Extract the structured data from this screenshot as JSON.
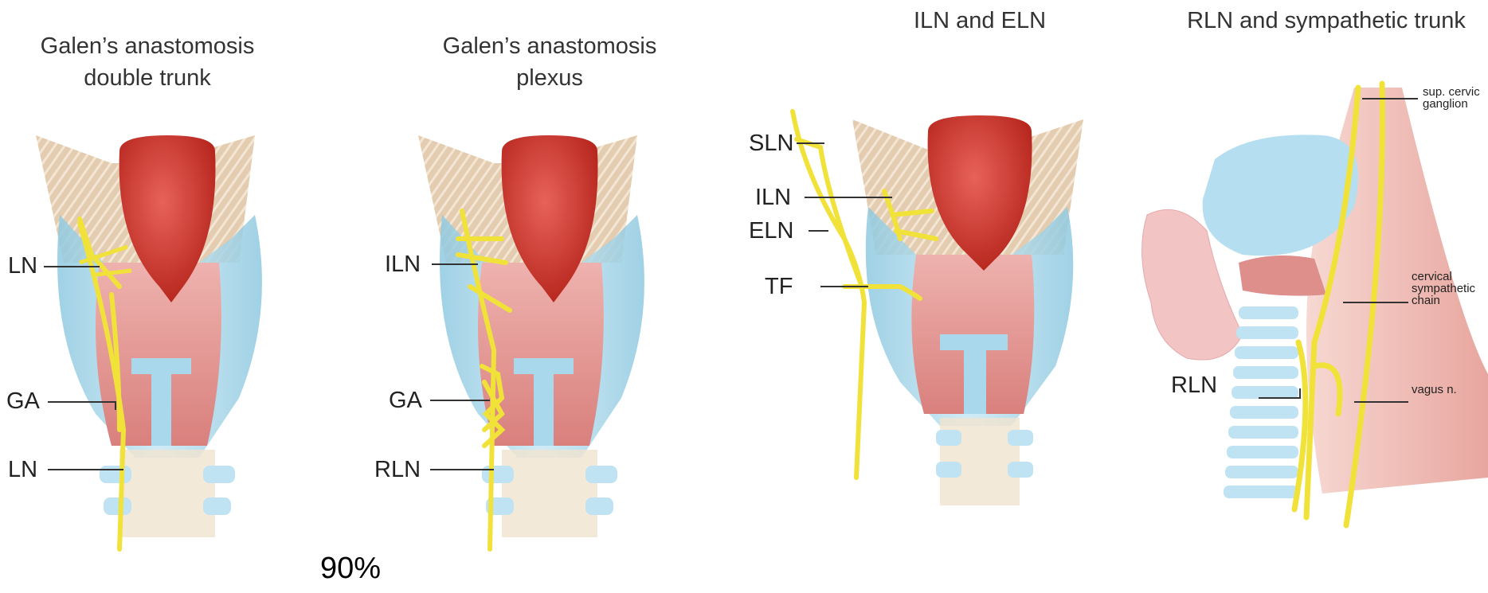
{
  "panels": [
    {
      "title_line1": "Galen’s anastomosis",
      "title_line2": "double trunk",
      "labels": {
        "top": "LN",
        "middle": "GA",
        "bottom": "LN"
      }
    },
    {
      "title_line1": "Galen’s anastomosis",
      "title_line2": "plexus",
      "labels": {
        "top": "ILN",
        "middle": "GA",
        "bottom": "RLN"
      }
    },
    {
      "title": "ILN and ELN",
      "labels": {
        "sln": "SLN",
        "iln": "ILN",
        "eln": "ELN",
        "tf": "TF"
      }
    },
    {
      "title": "RLN and sympathetic trunk",
      "labels": {
        "sup_cervical_1": "sup. cervic",
        "sup_cervical_2": "ganglion",
        "cervical_1": "cervical",
        "cervical_2": "sympathetic",
        "cervical_3": "chain",
        "rln": "RLN",
        "vagus": "vagus n."
      }
    }
  ],
  "caption": "90%",
  "colors": {
    "nerve": "#f1e23a",
    "cartilage_blue": "#a9d8ec",
    "muscle_pink": "#e59a98",
    "epiglottis_red": "#d9443c",
    "tan": "#e6d3b8"
  }
}
